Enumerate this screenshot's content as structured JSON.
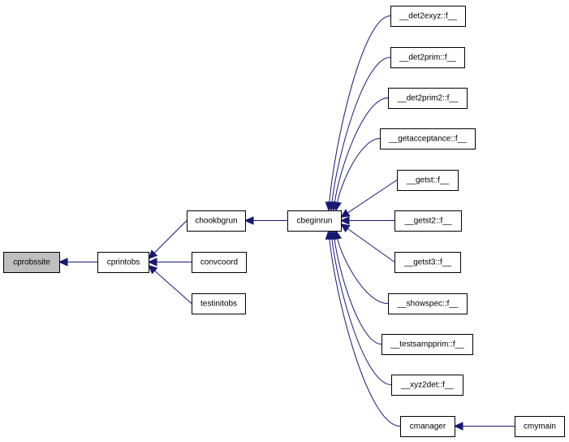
{
  "graph": {
    "colors": {
      "edge": "#191970",
      "root_fill": "#bfbfbf",
      "node_fill": "#ffffff",
      "border": "#000000"
    },
    "nodes": [
      {
        "id": "cprobssite",
        "label": "cprobssite",
        "root": true
      },
      {
        "id": "cprintobs",
        "label": "cprintobs"
      },
      {
        "id": "chookbgrun",
        "label": "chookbgrun"
      },
      {
        "id": "convcoord",
        "label": "convcoord"
      },
      {
        "id": "testinitobs",
        "label": "testinitobs"
      },
      {
        "id": "cbeginrun",
        "label": "cbeginrun"
      },
      {
        "id": "det2exyz",
        "label": "__det2exyz::f__"
      },
      {
        "id": "det2prim",
        "label": "__det2prim::f__"
      },
      {
        "id": "det2prim2",
        "label": "__det2prim2::f__"
      },
      {
        "id": "getacceptance",
        "label": "__getacceptance::f__"
      },
      {
        "id": "getst",
        "label": "__getst::f__"
      },
      {
        "id": "getst2",
        "label": "__getst2::f__"
      },
      {
        "id": "getst3",
        "label": "__getst3::f__"
      },
      {
        "id": "showspec",
        "label": "__showspec::f__"
      },
      {
        "id": "testsampprim",
        "label": "__testsampprim::f__"
      },
      {
        "id": "xyz2det",
        "label": "__xyz2det::f__"
      },
      {
        "id": "cmanager",
        "label": "cmanager"
      },
      {
        "id": "cmymain",
        "label": "cmymain"
      }
    ],
    "edges": [
      {
        "from": "cprintobs",
        "to": "cprobssite"
      },
      {
        "from": "chookbgrun",
        "to": "cprintobs"
      },
      {
        "from": "convcoord",
        "to": "cprintobs"
      },
      {
        "from": "testinitobs",
        "to": "cprintobs"
      },
      {
        "from": "cbeginrun",
        "to": "chookbgrun"
      },
      {
        "from": "det2exyz",
        "to": "cbeginrun"
      },
      {
        "from": "det2prim",
        "to": "cbeginrun"
      },
      {
        "from": "det2prim2",
        "to": "cbeginrun"
      },
      {
        "from": "getacceptance",
        "to": "cbeginrun"
      },
      {
        "from": "getst",
        "to": "cbeginrun"
      },
      {
        "from": "getst2",
        "to": "cbeginrun"
      },
      {
        "from": "getst3",
        "to": "cbeginrun"
      },
      {
        "from": "showspec",
        "to": "cbeginrun"
      },
      {
        "from": "testsampprim",
        "to": "cbeginrun"
      },
      {
        "from": "xyz2det",
        "to": "cbeginrun"
      },
      {
        "from": "cmanager",
        "to": "cbeginrun"
      },
      {
        "from": "cmymain",
        "to": "cmanager"
      }
    ]
  }
}
